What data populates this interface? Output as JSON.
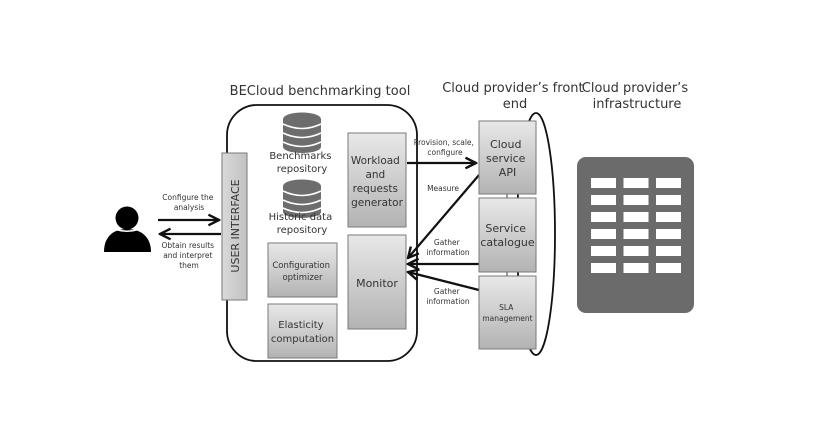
{
  "diagram": {
    "user": {
      "icon": "person-icon"
    },
    "arrows_user": {
      "configure": [
        "Configure the",
        "analysis"
      ],
      "obtain": [
        "Obtain results",
        "and interpret",
        "them"
      ]
    },
    "tool": {
      "title": "BECloud benchmarking tool",
      "user_interface": "USER INTERFACE",
      "benchmarks_repo": [
        "Benchmarks",
        "repository"
      ],
      "historic_repo": [
        "Historic data",
        "repository"
      ],
      "config_optimizer": [
        "Configuration",
        "optimizer"
      ],
      "elasticity": [
        "Elasticity",
        "computation"
      ],
      "workload": [
        "Workload",
        "and",
        "requests",
        "generator"
      ],
      "monitor": "Monitor"
    },
    "links": {
      "provision": [
        "Provision, scale,",
        "configure"
      ],
      "measure": "Measure",
      "gather1": [
        "Gather",
        "information"
      ],
      "gather2": [
        "Gather",
        "information"
      ]
    },
    "front_end": {
      "title": [
        "Cloud provider’s front",
        "end"
      ],
      "api": [
        "Cloud",
        "service",
        "API"
      ],
      "catalogue": [
        "Service",
        "catalogue"
      ],
      "sla": [
        "SLA",
        "management"
      ]
    },
    "infrastructure": {
      "title": [
        "Cloud provider’s",
        "infrastructure"
      ],
      "icon": "server-rack-icon",
      "slot_rows": 6,
      "slot_cols": 3
    },
    "colors": {
      "box_top": "#e6e6e6",
      "box_bottom": "#b5b5b5",
      "box_border": "#7a7a7a",
      "db": "#6d6d6d",
      "server": "#6b6b6b",
      "line": "#111111"
    }
  }
}
